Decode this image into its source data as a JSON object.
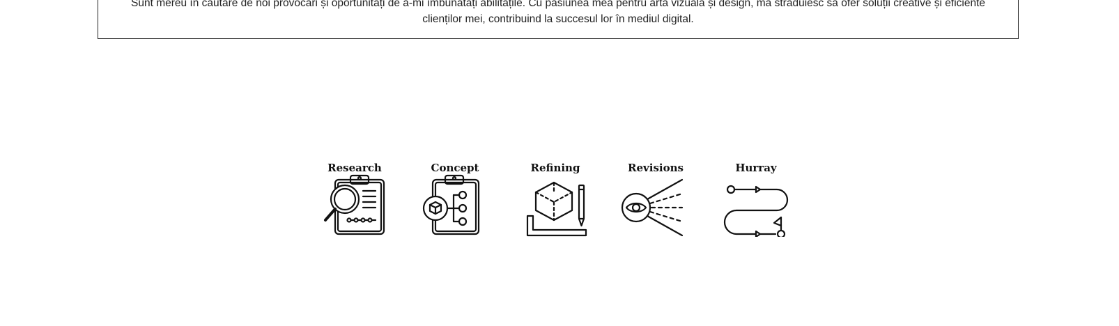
{
  "about": {
    "line1": "Sunt mereu în căutare de noi provocări și oportunități de a-mi îmbunătăți abilitățile. Cu pasiunea mea pentru arta vizuală și design, mă străduiesc să ofer soluții creative și eficiente",
    "line2": "clienților mei, contribuind la succesul lor în mediul digital."
  },
  "process": {
    "steps": [
      {
        "label": "Research",
        "icon": "clipboard-magnifier-icon"
      },
      {
        "label": "Concept",
        "icon": "clipboard-flowchart-icon"
      },
      {
        "label": "Refining",
        "icon": "cube-pencil-icon"
      },
      {
        "label": "Revisions",
        "icon": "eye-vision-icon"
      },
      {
        "label": "Hurray",
        "icon": "path-flag-icon"
      }
    ]
  }
}
